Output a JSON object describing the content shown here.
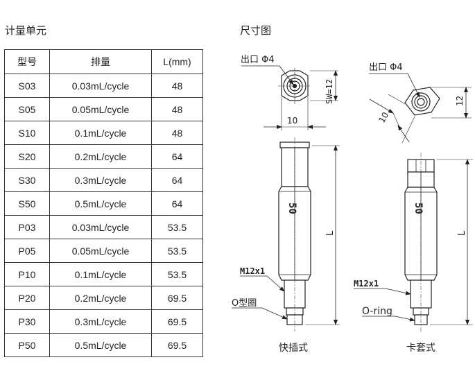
{
  "left_title": "计量单元",
  "right_title": "尺寸图",
  "table": {
    "headers": [
      "型号",
      "排量",
      "L(mm)"
    ],
    "rows": [
      [
        "S03",
        "0.03mL/cycle",
        "48"
      ],
      [
        "S05",
        "0.05mL/cycle",
        "48"
      ],
      [
        "S10",
        "0.1mL/cycle",
        "48"
      ],
      [
        "S20",
        "0.2mL/cycle",
        "64"
      ],
      [
        "S30",
        "0.3mL/cycle",
        "64"
      ],
      [
        "S50",
        "0.5mL/cycle",
        "64"
      ],
      [
        "P03",
        "0.03mL/cycle",
        "53.5"
      ],
      [
        "P05",
        "0.05mL/cycle",
        "53.5"
      ],
      [
        "P10",
        "0.1mL/cycle",
        "53.5"
      ],
      [
        "P20",
        "0.2mL/cycle",
        "69.5"
      ],
      [
        "P30",
        "0.3mL/cycle",
        "69.5"
      ],
      [
        "P50",
        "0.5mL/cycle",
        "69.5"
      ]
    ]
  },
  "drawing": {
    "quick": {
      "outlet_label": "出口 Φ4",
      "sw_label": "SW=12",
      "width_dim": "10",
      "body_mark": "50",
      "length_label": "L",
      "thread_label": "M12x1",
      "oring_label": "O型圈",
      "caption": "快插式"
    },
    "ferrule": {
      "outlet_label": "出口 Φ4",
      "height_dim": "12",
      "width_dim": "10",
      "body_mark": "50",
      "length_label": "L",
      "thread_label": "M12x1",
      "oring_label": "O-ring",
      "caption": "卡套式"
    }
  }
}
